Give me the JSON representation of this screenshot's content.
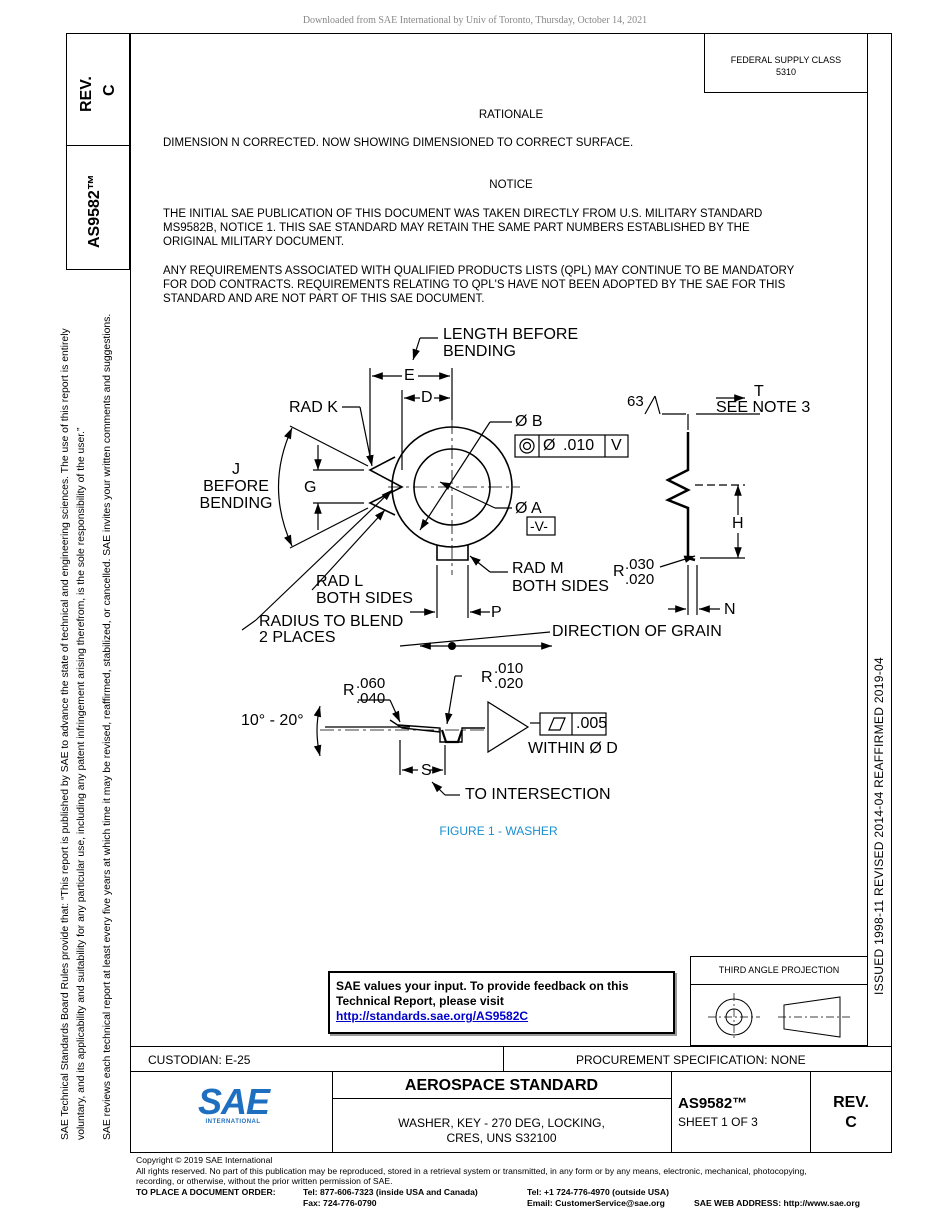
{
  "download_banner": "Downloaded from SAE International by Univ of Toronto, Thursday, October 14, 2021",
  "side": {
    "rev_label": "REV.",
    "rev_value": "C",
    "doc_number": "AS9582™",
    "rules_line1": "SAE Technical Standards Board Rules provide that: “This report is published by SAE to advance the state of technical and engineering sciences. The use of this report is entirely",
    "rules_line2": "voluntary, and its applicability and suitability for any particular use, including any patent infringement arising therefrom, is the sole responsibility of the user.”",
    "rules_line3": "SAE reviews each technical report at least every five years at which time it may be revised, reaffirmed, stabilized, or cancelled. SAE invites your written comments and suggestions.",
    "dates": "ISSUED 1998-11     REVISED 2014-04     REAFFIRMED 2019-04"
  },
  "fsc": {
    "line1": "FEDERAL SUPPLY CLASS",
    "line2": "5310"
  },
  "rationale": {
    "heading": "RATIONALE",
    "text": "DIMENSION N CORRECTED. NOW SHOWING DIMENSIONED TO CORRECT SURFACE."
  },
  "notice": {
    "heading": "NOTICE",
    "para1_l1": "THE INITIAL SAE PUBLICATION OF THIS DOCUMENT WAS TAKEN DIRECTLY FROM U.S. MILITARY STANDARD",
    "para1_l2": "MS9582B, NOTICE 1. THIS SAE STANDARD MAY RETAIN THE SAME PART NUMBERS ESTABLISHED BY THE",
    "para1_l3": "ORIGINAL MILITARY DOCUMENT.",
    "para2_l1": "ANY REQUIREMENTS ASSOCIATED WITH QUALIFIED PRODUCTS LISTS (QPL) MAY CONTINUE TO BE MANDATORY",
    "para2_l2": "FOR DOD CONTRACTS. REQUIREMENTS RELATING TO QPL'S HAVE NOT BEEN ADOPTED BY THE SAE FOR THIS",
    "para2_l3": "STANDARD AND ARE NOT PART OF THIS SAE DOCUMENT."
  },
  "figure": {
    "caption": "FIGURE 1 - WASHER",
    "length_before_1": "LENGTH BEFORE",
    "length_before_2": "BENDING",
    "E": "E",
    "D": "D",
    "rad_k": "RAD K",
    "dia_b": "Ø B",
    "fcf_dia": "Ø",
    "fcf_value": ".010",
    "fcf_datum": "V",
    "j_1": "J",
    "j_2": "BEFORE",
    "j_3": "BENDING",
    "G": "G",
    "dia_a": "Ø A",
    "datum_v": "-V-",
    "rad_l_1": "RAD L",
    "rad_l_2": "BOTH SIDES",
    "rad_m_1": "RAD M",
    "rad_m_2": "BOTH SIDES",
    "radius_blend_1": "RADIUS TO BLEND",
    "radius_blend_2": "2 PLACES",
    "P": "P",
    "direction_grain": "DIRECTION OF GRAIN",
    "finish": "63",
    "T": "T",
    "see_note": "SEE NOTE 3",
    "H": "H",
    "R_prefix": "R",
    "r030": ".030",
    "r020": ".020",
    "N": "N",
    "r060": ".060",
    "r040": ".040",
    "r010": ".010",
    "r020b": ".020",
    "angle": "10° - 20°",
    "flatness": ".005",
    "within": "WITHIN Ø D",
    "S": "S",
    "to_intersection": "TO INTERSECTION"
  },
  "feedback": {
    "line1": "SAE values your input. To provide feedback on this",
    "line2": "Technical Report, please visit",
    "link": "http://standards.sae.org/AS9582C"
  },
  "third_angle": "THIRD ANGLE PROJECTION",
  "title_block": {
    "custodian": "CUSTODIAN: E-25",
    "procurement": "PROCUREMENT SPECIFICATION: NONE",
    "standard": "AEROSPACE STANDARD",
    "desc1": "WASHER, KEY - 270 DEG, LOCKING,",
    "desc2": "CRES, UNS S32100",
    "doc_number": "AS9582™",
    "sheet": "SHEET 1 OF 3",
    "rev_label": "REV.",
    "rev_value": "C",
    "logo_text": "SAE",
    "logo_sub": "INTERNATIONAL"
  },
  "footer": {
    "copyright": "Copyright © 2019 SAE International",
    "rights1": "All rights reserved. No part of this publication may be reproduced, stored in a retrieval system or transmitted, in any form or by any means, electronic, mechanical, photocopying,",
    "rights2": "recording, or otherwise, without the prior written permission of SAE.",
    "order_label": "TO PLACE A DOCUMENT ORDER:",
    "tel_usa": "Tel: 877-606-7323 (inside USA and Canada)",
    "fax": "Fax: 724-776-0790",
    "tel_outside": "Tel: +1 724-776-4970 (outside USA)",
    "email": "Email: CustomerService@sae.org",
    "web": "SAE WEB ADDRESS: http://www.sae.org"
  }
}
